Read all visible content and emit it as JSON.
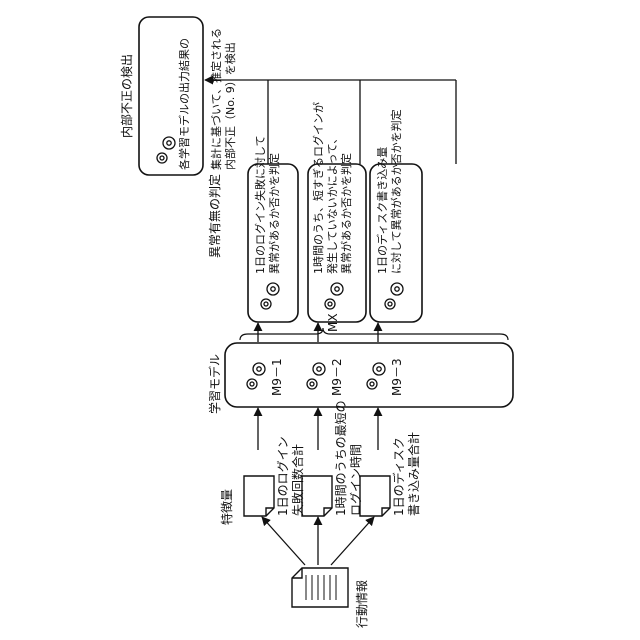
{
  "labels": {
    "action_info": "行動情報",
    "features": "特徴量",
    "learning_models": "学習モデル",
    "anomaly": "異常有無の判定",
    "detection": "内部不正の検出",
    "mx": "MX"
  },
  "features": [
    {
      "line1": "1日のログイン",
      "line2": "失敗回数合計"
    },
    {
      "line1": "1時間のうちの最短の",
      "line2": "ログイン時間"
    },
    {
      "line1": "1日のディスク",
      "line2": "書き込み量合計"
    }
  ],
  "models": [
    "M9－1",
    "M9－2",
    "M9－3"
  ],
  "judgments": [
    {
      "line1": "1日のログイン失敗に対して",
      "line2": "異常があるか否かを判定",
      "line3": ""
    },
    {
      "line1": "1時間のうち、短すぎるログインが",
      "line2": "発生していないかによって、",
      "line3": "異常があるか否かを判定"
    },
    {
      "line1": "1日のディスク書き込み量",
      "line2": "に対して異常があるか否かを判定",
      "line3": ""
    }
  ],
  "result": {
    "line1": "各学習モデルの出力結果の",
    "line2": "集計に基づいて、推定される",
    "line3": "内部不正（No. 9）を検出"
  },
  "icons": [
    "document-icon",
    "gear-icon"
  ]
}
